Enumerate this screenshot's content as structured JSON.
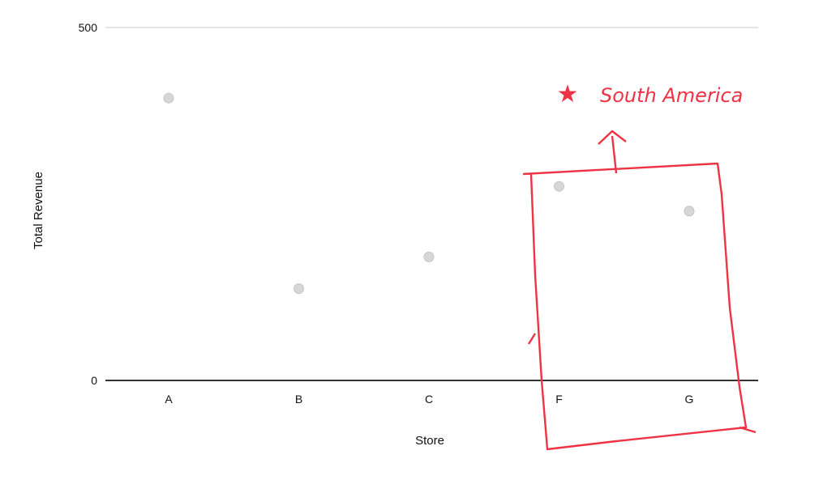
{
  "chart_data": {
    "type": "scatter",
    "categories": [
      "A",
      "B",
      "C",
      "F",
      "G"
    ],
    "values": [
      400,
      130,
      175,
      275,
      240
    ],
    "xlabel": "Store",
    "ylabel": "Total Revenue",
    "ylim": [
      0,
      500
    ],
    "yticks": [
      "0",
      "500"
    ],
    "grid": false,
    "colors": {
      "points": "#d6d6d6",
      "axis": "#333333",
      "annotation": "#ee3344"
    }
  },
  "annotation": {
    "text": "South America",
    "highlighted_categories": [
      "F",
      "G"
    ]
  }
}
